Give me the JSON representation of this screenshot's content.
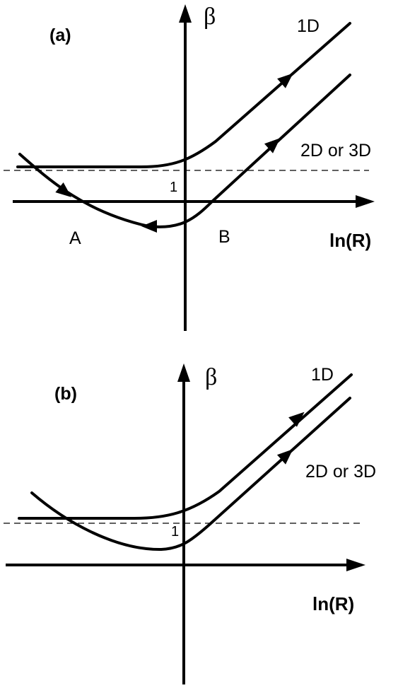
{
  "panel_a": {
    "label": "(a)",
    "y_axis_label": "β",
    "x_axis_label": "ln(R)",
    "curve_1d_label": "1D",
    "curve_2d3d_label": "2D or 3D",
    "unity_label": "1",
    "point_a_label": "A",
    "point_b_label": "B"
  },
  "panel_b": {
    "label": "(b)",
    "y_axis_label": "β",
    "x_axis_label": "ln(R)",
    "curve_1d_label": "1D",
    "curve_2d3d_label": "2D or 3D",
    "unity_label": "1"
  }
}
